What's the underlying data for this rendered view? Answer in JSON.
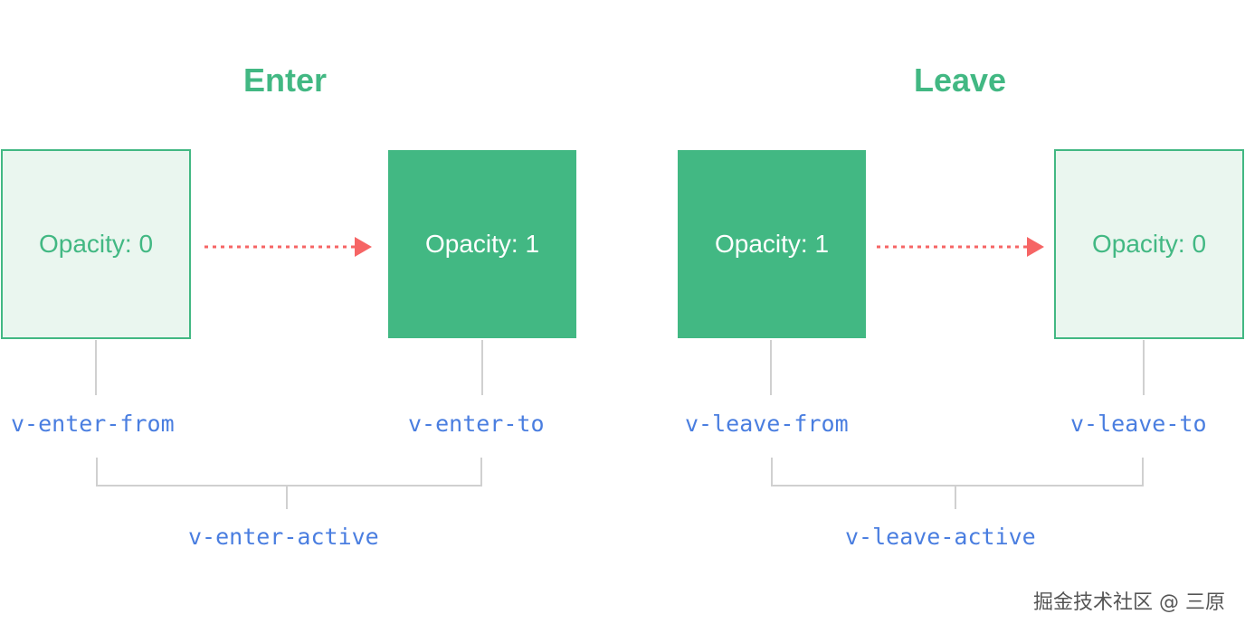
{
  "enter": {
    "title": "Enter",
    "from_box": "Opacity: 0",
    "to_box": "Opacity: 1",
    "from_class": "v-enter-from",
    "to_class": "v-enter-to",
    "active_class": "v-enter-active"
  },
  "leave": {
    "title": "Leave",
    "from_box": "Opacity: 1",
    "to_box": "Opacity: 0",
    "from_class": "v-leave-from",
    "to_class": "v-leave-to",
    "active_class": "v-leave-active"
  },
  "watermark": "掘金技术社区 @ 三原",
  "colors": {
    "green": "#42b883",
    "light_green": "#eaf6ef",
    "arrow_red": "#f66565",
    "class_blue": "#4a7ee0",
    "connector_gray": "#d0d0d0"
  }
}
